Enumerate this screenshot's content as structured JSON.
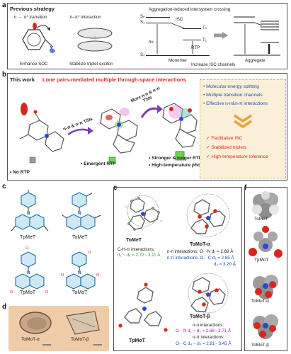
{
  "panel_a": {
    "label": "a",
    "title": "Previous strategy",
    "transition1": "n → π* transition",
    "transition2": "π–π* interaction",
    "agg_title": "Aggregation-induced intersystem crossing",
    "caption1": "Enhance SOC",
    "caption2": "Stabilize triplet exciton",
    "caption3": "Increase ISC channels",
    "monomer": "Monomer",
    "aggregate": "Aggregate",
    "s0": "S₀",
    "s1": "S₁",
    "t1": "T₁",
    "tn": "Tₙ",
    "sn": "Sₙ",
    "isc": "ISC",
    "rtp": "RTP",
    "hv": "hν",
    "x": "X"
  },
  "panel_b": {
    "label": "b",
    "this_work": "This work",
    "subtitle": "Lone pairs-mediated multiple through-space interactions",
    "arrow1": "n-π & n-π TSIs",
    "arrow2": "More n-n & n-π TSIs",
    "state1": "• No RTP",
    "state2": "• Emergent RTP",
    "state3a": "• Stronger & longer RTP",
    "state3b": "• High-temperature phos",
    "features": [
      "Molecular energy splitting",
      "Multiple transition channels",
      "Effective n-n&n-π interactions"
    ],
    "results": [
      "Facilitative ISC",
      "Stabilized triplets",
      "High-temperature tolerance"
    ]
  },
  "panel_c": {
    "label": "c",
    "molecules": [
      "TpMeT",
      "ToMeT",
      "TpMoT",
      "ToMoT"
    ]
  },
  "panel_d": {
    "label": "d",
    "crystals": [
      "ToMoT-α",
      "ToMoT-β"
    ]
  },
  "panel_e": {
    "label": "e",
    "tomet_name": "ToMeT",
    "tomet_int_title": "C-H-π interactions:",
    "tomet_int_value": "d₁ ~ d₆ = 2.72~ 3.11 Å",
    "alpha_name": "ToMoT-α",
    "alpha_nn": "n-n interactions: O···N d₁ = 2.69 Å",
    "alpha_npi1": "n-π interactions: O···C d₂ = 2.85 Å",
    "alpha_npi2": "d₃ = 3.20 Å",
    "beta_name": "ToMoT-β",
    "beta_nn_title": "n-n interactions:",
    "beta_nn": "O···N d₁ ~ d₃ = 2.68~ 2.71 Å",
    "beta_npi_title": "n-π interactions:",
    "beta_npi": "O···C d₄ ~ d₆ = 2.81~ 3.45 Å",
    "tpmot_name": "TpMoT"
  },
  "panel_f": {
    "label": "f",
    "names": [
      "ToMeT",
      "TpMoT",
      "ToMoT-α",
      "ToMoT-β"
    ]
  },
  "colors": {
    "accent_red": "#d9261c",
    "accent_blue": "#1d4fb8",
    "panel_bg_yellow": "#fbf0d7",
    "atom_blue": "#2d46d6"
  }
}
